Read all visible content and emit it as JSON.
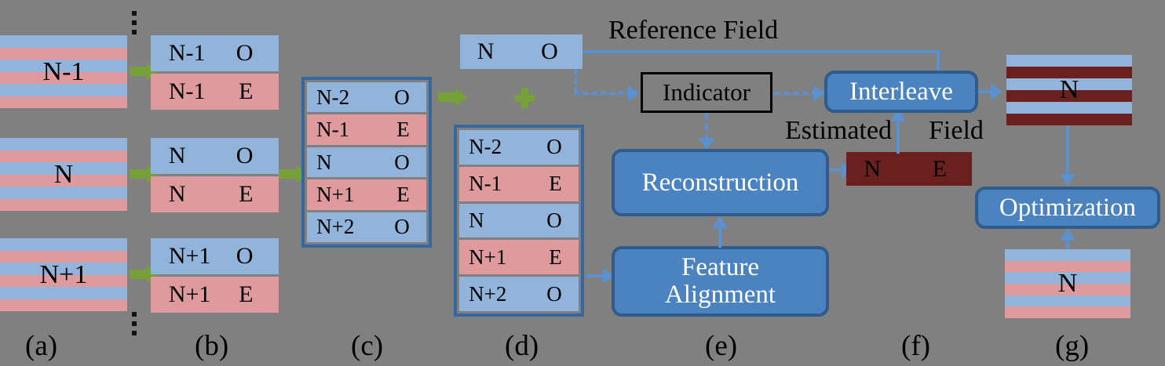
{
  "meta": {
    "background": "#808080",
    "colors": {
      "light_blue": "#93b4da",
      "pink": "#df9a9e",
      "dark_red": "#6b2020",
      "process_blue": "#4a83c0",
      "process_blue_border": "#2f5c8c",
      "frame_blue": "#35689e",
      "arrow_blue": "#5b91cf",
      "green": "#76a139",
      "text_black": "#000000",
      "text_white": "#ffffff"
    }
  },
  "captions": [
    {
      "id": "a",
      "label": "(a)"
    },
    {
      "id": "b",
      "label": "(b)"
    },
    {
      "id": "c",
      "label": "(c)"
    },
    {
      "id": "d",
      "label": "(d)"
    },
    {
      "id": "e",
      "label": "(e)"
    },
    {
      "id": "f",
      "label": "(f)"
    },
    {
      "id": "g",
      "label": "(g)"
    }
  ],
  "panel_a": {
    "volumes": [
      {
        "label": "N-1"
      },
      {
        "label": "N"
      },
      {
        "label": "N+1"
      }
    ],
    "stripe_pattern": [
      "light_blue",
      "pink",
      "light_blue",
      "pink",
      "light_blue",
      "pink"
    ]
  },
  "panel_b": {
    "pairs": [
      {
        "odd": {
          "index": "N-1",
          "parity": "O"
        },
        "even": {
          "index": "N-1",
          "parity": "E"
        }
      },
      {
        "odd": {
          "index": "N",
          "parity": "O"
        },
        "even": {
          "index": "N",
          "parity": "E"
        }
      },
      {
        "odd": {
          "index": "N+1",
          "parity": "O"
        },
        "even": {
          "index": "N+1",
          "parity": "E"
        }
      }
    ]
  },
  "panel_c": {
    "rows": [
      {
        "index": "N-2",
        "parity": "O",
        "color": "light_blue"
      },
      {
        "index": "N-1",
        "parity": "E",
        "color": "pink"
      },
      {
        "index": "N",
        "parity": "O",
        "color": "light_blue"
      },
      {
        "index": "N+1",
        "parity": "E",
        "color": "pink"
      },
      {
        "index": "N+2",
        "parity": "O",
        "color": "light_blue"
      }
    ]
  },
  "panel_d": {
    "rows": [
      {
        "index": "N-2",
        "parity": "O",
        "color": "light_blue"
      },
      {
        "index": "N-1",
        "parity": "E",
        "color": "pink"
      },
      {
        "index": "N",
        "parity": "O",
        "color": "light_blue"
      },
      {
        "index": "N+1",
        "parity": "E",
        "color": "pink"
      },
      {
        "index": "N+2",
        "parity": "O",
        "color": "light_blue"
      }
    ]
  },
  "panel_e": {
    "reference_slice": {
      "index": "N",
      "parity": "O",
      "color": "light_blue"
    },
    "reference_field_label": "Reference Field",
    "indicator_label": "Indicator",
    "reconstruction_label": "Reconstruction",
    "feature_alignment_label": "Feature\nAlignment",
    "feature_alignment_line1": "Feature",
    "feature_alignment_line2": "Alignment"
  },
  "panel_f": {
    "estimated_label_left": "Estimated",
    "estimated_label_right": "Field",
    "estimated_slice": {
      "index": "N",
      "parity": "E",
      "color": "dark_red"
    }
  },
  "panel_g": {
    "interleave_label": "Interleave",
    "optimization_label": "Optimization",
    "interleaved_volume": {
      "label": "N",
      "stripe_pattern": [
        "light_blue",
        "dark_red",
        "light_blue",
        "dark_red",
        "light_blue",
        "dark_red"
      ]
    },
    "final_volume": {
      "label": "N",
      "stripe_pattern": [
        "light_blue",
        "pink",
        "light_blue",
        "pink",
        "light_blue",
        "pink"
      ]
    }
  },
  "icons": {
    "green_arrow": "arrow-right-icon",
    "green_plus": "plus-icon",
    "blue_arrow": "arrow-icon",
    "vertical_ellipsis": "vertical-ellipsis-icon"
  }
}
